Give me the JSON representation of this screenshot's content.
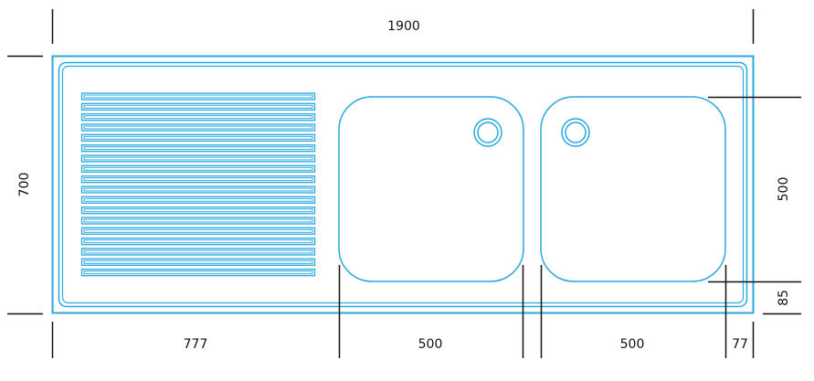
{
  "dimensions": {
    "total_width": "1900",
    "total_depth": "700",
    "drainer_width": "777",
    "bowl_left_width": "500",
    "bowl_right_width": "500",
    "right_margin": "77",
    "bowl_depth": "500",
    "front_margin": "85"
  },
  "drainer": {
    "slat_count": 18
  },
  "colors": {
    "sink": "#29a8e0",
    "dimension": "#111111"
  }
}
